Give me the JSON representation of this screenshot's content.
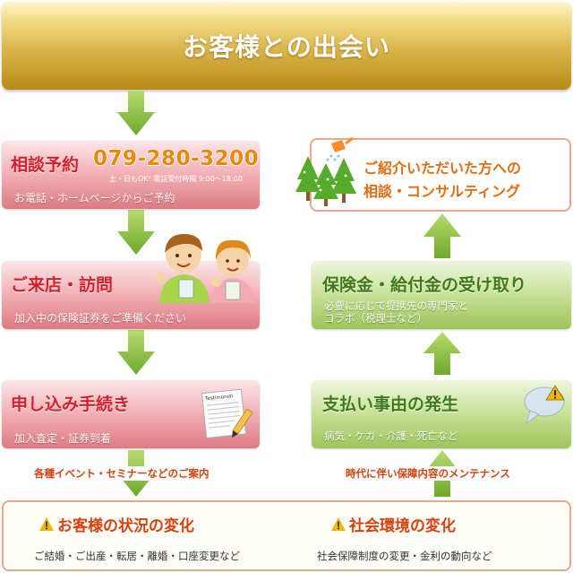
{
  "header": {
    "title": "お客様との出会い"
  },
  "left_flow": {
    "reservation": {
      "title": "相談予約",
      "phone": "079-280-3200",
      "hours": "土・日もOK! 電話受付時間 9:00～18:00",
      "sub": "お電話・ホームページからご予約"
    },
    "visit": {
      "title": "ご来店・訪問",
      "sub": "加入中の保険証券をご準備ください"
    },
    "application": {
      "title": "申し込み手続き",
      "sub": "加入査定・証券到着"
    }
  },
  "right_flow": {
    "introduction": {
      "line1": "ご紹介いただいた方への",
      "line2": "相談・コンサルティング"
    },
    "receipt": {
      "title": "保険金・給付金の受け取り",
      "sub_line1": "必要に応じて提携先の専門家と",
      "sub_line2": "コラボ（税理士など）"
    },
    "payment_event": {
      "title": "支払い事由の発生",
      "sub": "病気・ケガ・介護・死亡など"
    }
  },
  "connectors": {
    "left_label": "各種イベント・セミナーなどのご案内",
    "right_label": "時代に伴い保障内容のメンテナンス"
  },
  "footer": {
    "customer_change": {
      "title": "お客様の状況の変化",
      "sub": "ご結婚・ご出産・転居・離婚・口座変更など"
    },
    "social_change": {
      "title": "社会環境の変化",
      "sub": "社会保障制度の変更・金利の動向など"
    }
  },
  "icons": {
    "document": "Testimonial",
    "arrow_color": "#8cc63f",
    "warning_color": "#f2b705"
  }
}
